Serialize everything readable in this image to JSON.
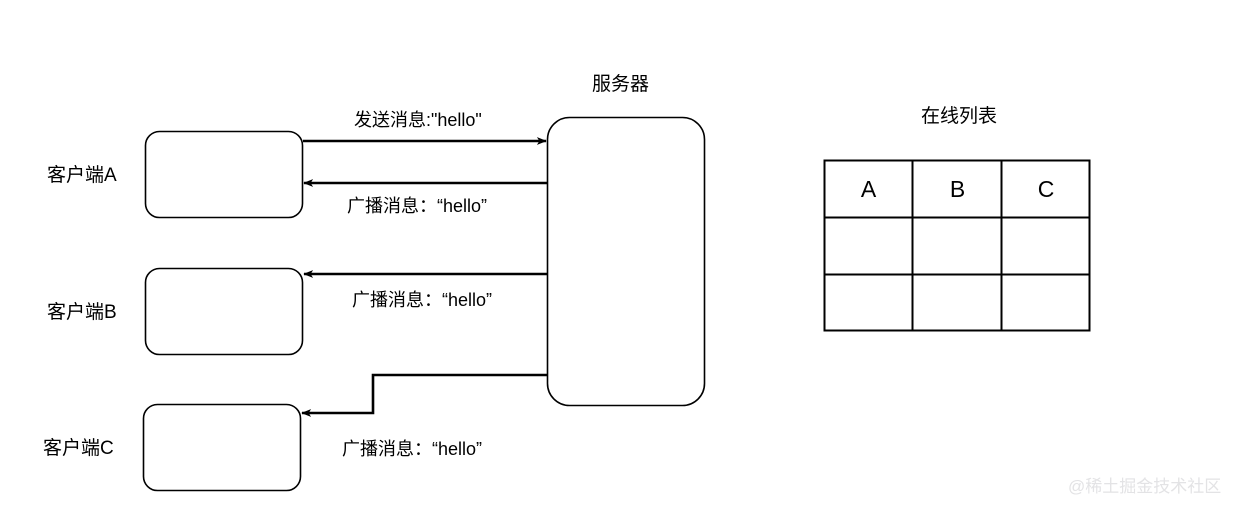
{
  "diagram": {
    "type": "sequence-broadcast-diagram",
    "background": "#ffffff",
    "stroke_color": "#000000",
    "nodes": [
      {
        "id": "client-a",
        "label": "客户端A"
      },
      {
        "id": "client-b",
        "label": "客户端B"
      },
      {
        "id": "client-c",
        "label": "客户端C"
      },
      {
        "id": "server",
        "label": "服务器"
      }
    ],
    "edges": [
      {
        "id": "send-hello",
        "from": "client-a",
        "to": "server",
        "label": "发送消息:\"hello\""
      },
      {
        "id": "broadcast-a",
        "from": "server",
        "to": "client-a",
        "label": "广播消息：“hello”"
      },
      {
        "id": "broadcast-b",
        "from": "server",
        "to": "client-b",
        "label": "广播消息：“hello”"
      },
      {
        "id": "broadcast-c",
        "from": "server",
        "to": "client-c",
        "label": "广播消息：“hello”"
      }
    ],
    "table": {
      "title": "在线列表",
      "columns": 3,
      "rows": 3,
      "header": [
        "A",
        "B",
        "C"
      ],
      "body": [
        [
          "",
          "",
          ""
        ],
        [
          "",
          "",
          ""
        ]
      ]
    },
    "watermark": "@稀土掘金技术社区"
  }
}
